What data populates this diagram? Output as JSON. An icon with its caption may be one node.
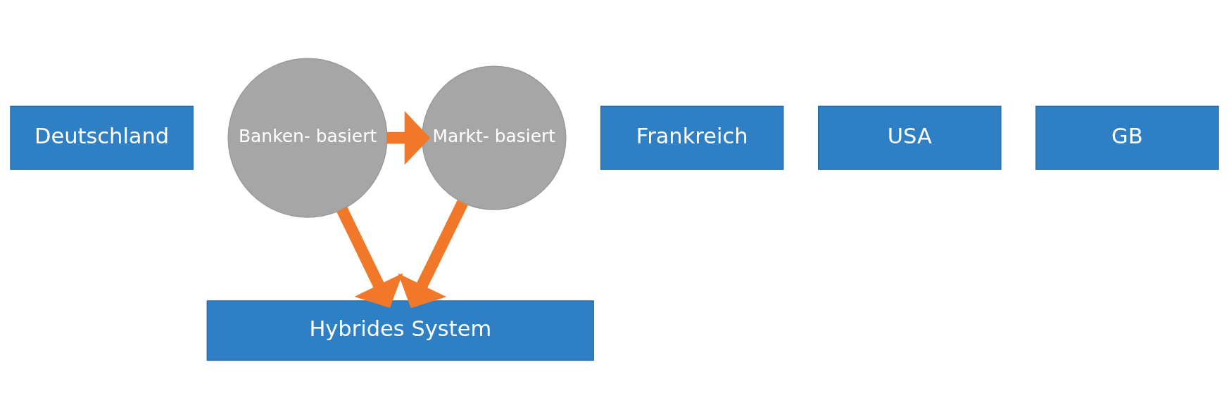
{
  "diagram": {
    "nodes": [
      {
        "text": [
          "Deutschland"
        ]
      },
      {
        "text": [
          "Banken- basiert"
        ]
      },
      {
        "text": [
          "Frankreich"
        ]
      },
      {
        "text": [
          "USA"
        ]
      },
      {
        "text": [
          "Markt- basiert"
        ]
      },
      {
        "text": [
          "GB"
        ]
      },
      {
        "text": [
          "Hybrides System"
        ]
      }
    ],
    "edges": [
      {
        "from": 1,
        "to": 4,
        "arrow": "to"
      },
      {
        "from": 1,
        "to": 6,
        "arrow": "to"
      },
      {
        "from": 4,
        "to": 6,
        "arrow": "to"
      }
    ]
  }
}
